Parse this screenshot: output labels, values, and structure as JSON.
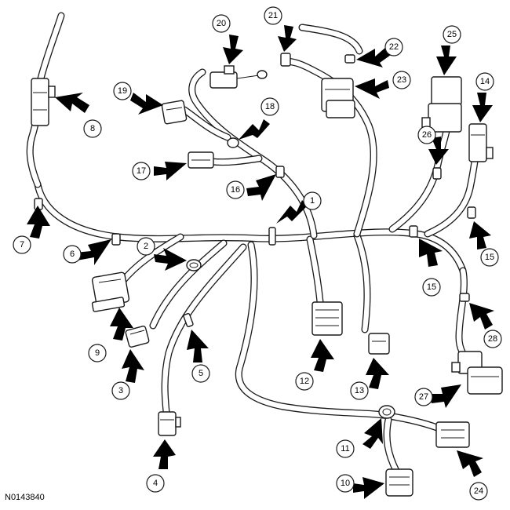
{
  "reference_code": "N0143840",
  "callouts": [
    {
      "number": "1"
    },
    {
      "number": "2"
    },
    {
      "number": "3"
    },
    {
      "number": "4"
    },
    {
      "number": "5"
    },
    {
      "number": "6"
    },
    {
      "number": "7"
    },
    {
      "number": "8"
    },
    {
      "number": "9"
    },
    {
      "number": "10"
    },
    {
      "number": "11"
    },
    {
      "number": "12"
    },
    {
      "number": "13"
    },
    {
      "number": "14"
    },
    {
      "number": "15"
    },
    {
      "number": "15"
    },
    {
      "number": "16"
    },
    {
      "number": "17"
    },
    {
      "number": "18"
    },
    {
      "number": "19"
    },
    {
      "number": "20"
    },
    {
      "number": "21"
    },
    {
      "number": "22"
    },
    {
      "number": "23"
    },
    {
      "number": "24"
    },
    {
      "number": "25"
    },
    {
      "number": "26"
    },
    {
      "number": "27"
    },
    {
      "number": "28"
    }
  ]
}
